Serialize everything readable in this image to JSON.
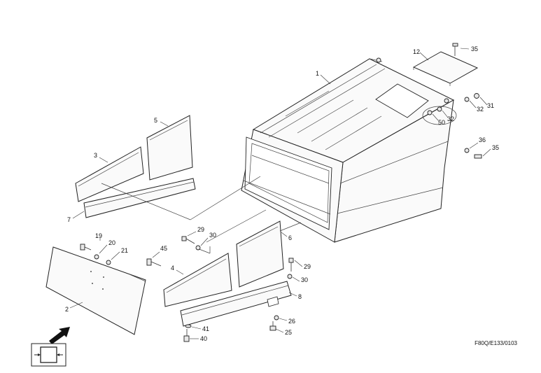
{
  "drawing_code": "F80Q/E133/0103",
  "callouts": {
    "c1": "1",
    "c2": "2",
    "c3": "3",
    "c4": "4",
    "c5": "5",
    "c6": "6",
    "c7": "7",
    "c8": "8",
    "c12": "12",
    "c19": "19",
    "c20": "20",
    "c21": "21",
    "c25": "25",
    "c26": "26",
    "c29a": "29",
    "c29b": "29",
    "c30a": "30",
    "c30b": "30",
    "c31": "31",
    "c32a": "32",
    "c32b": "32",
    "c35a": "35",
    "c35b": "35",
    "c36": "36",
    "c40": "40",
    "c41": "41",
    "c45": "45",
    "c50": "50"
  },
  "icons": [
    "direction-arrow-icon",
    "view-frame-icon"
  ]
}
